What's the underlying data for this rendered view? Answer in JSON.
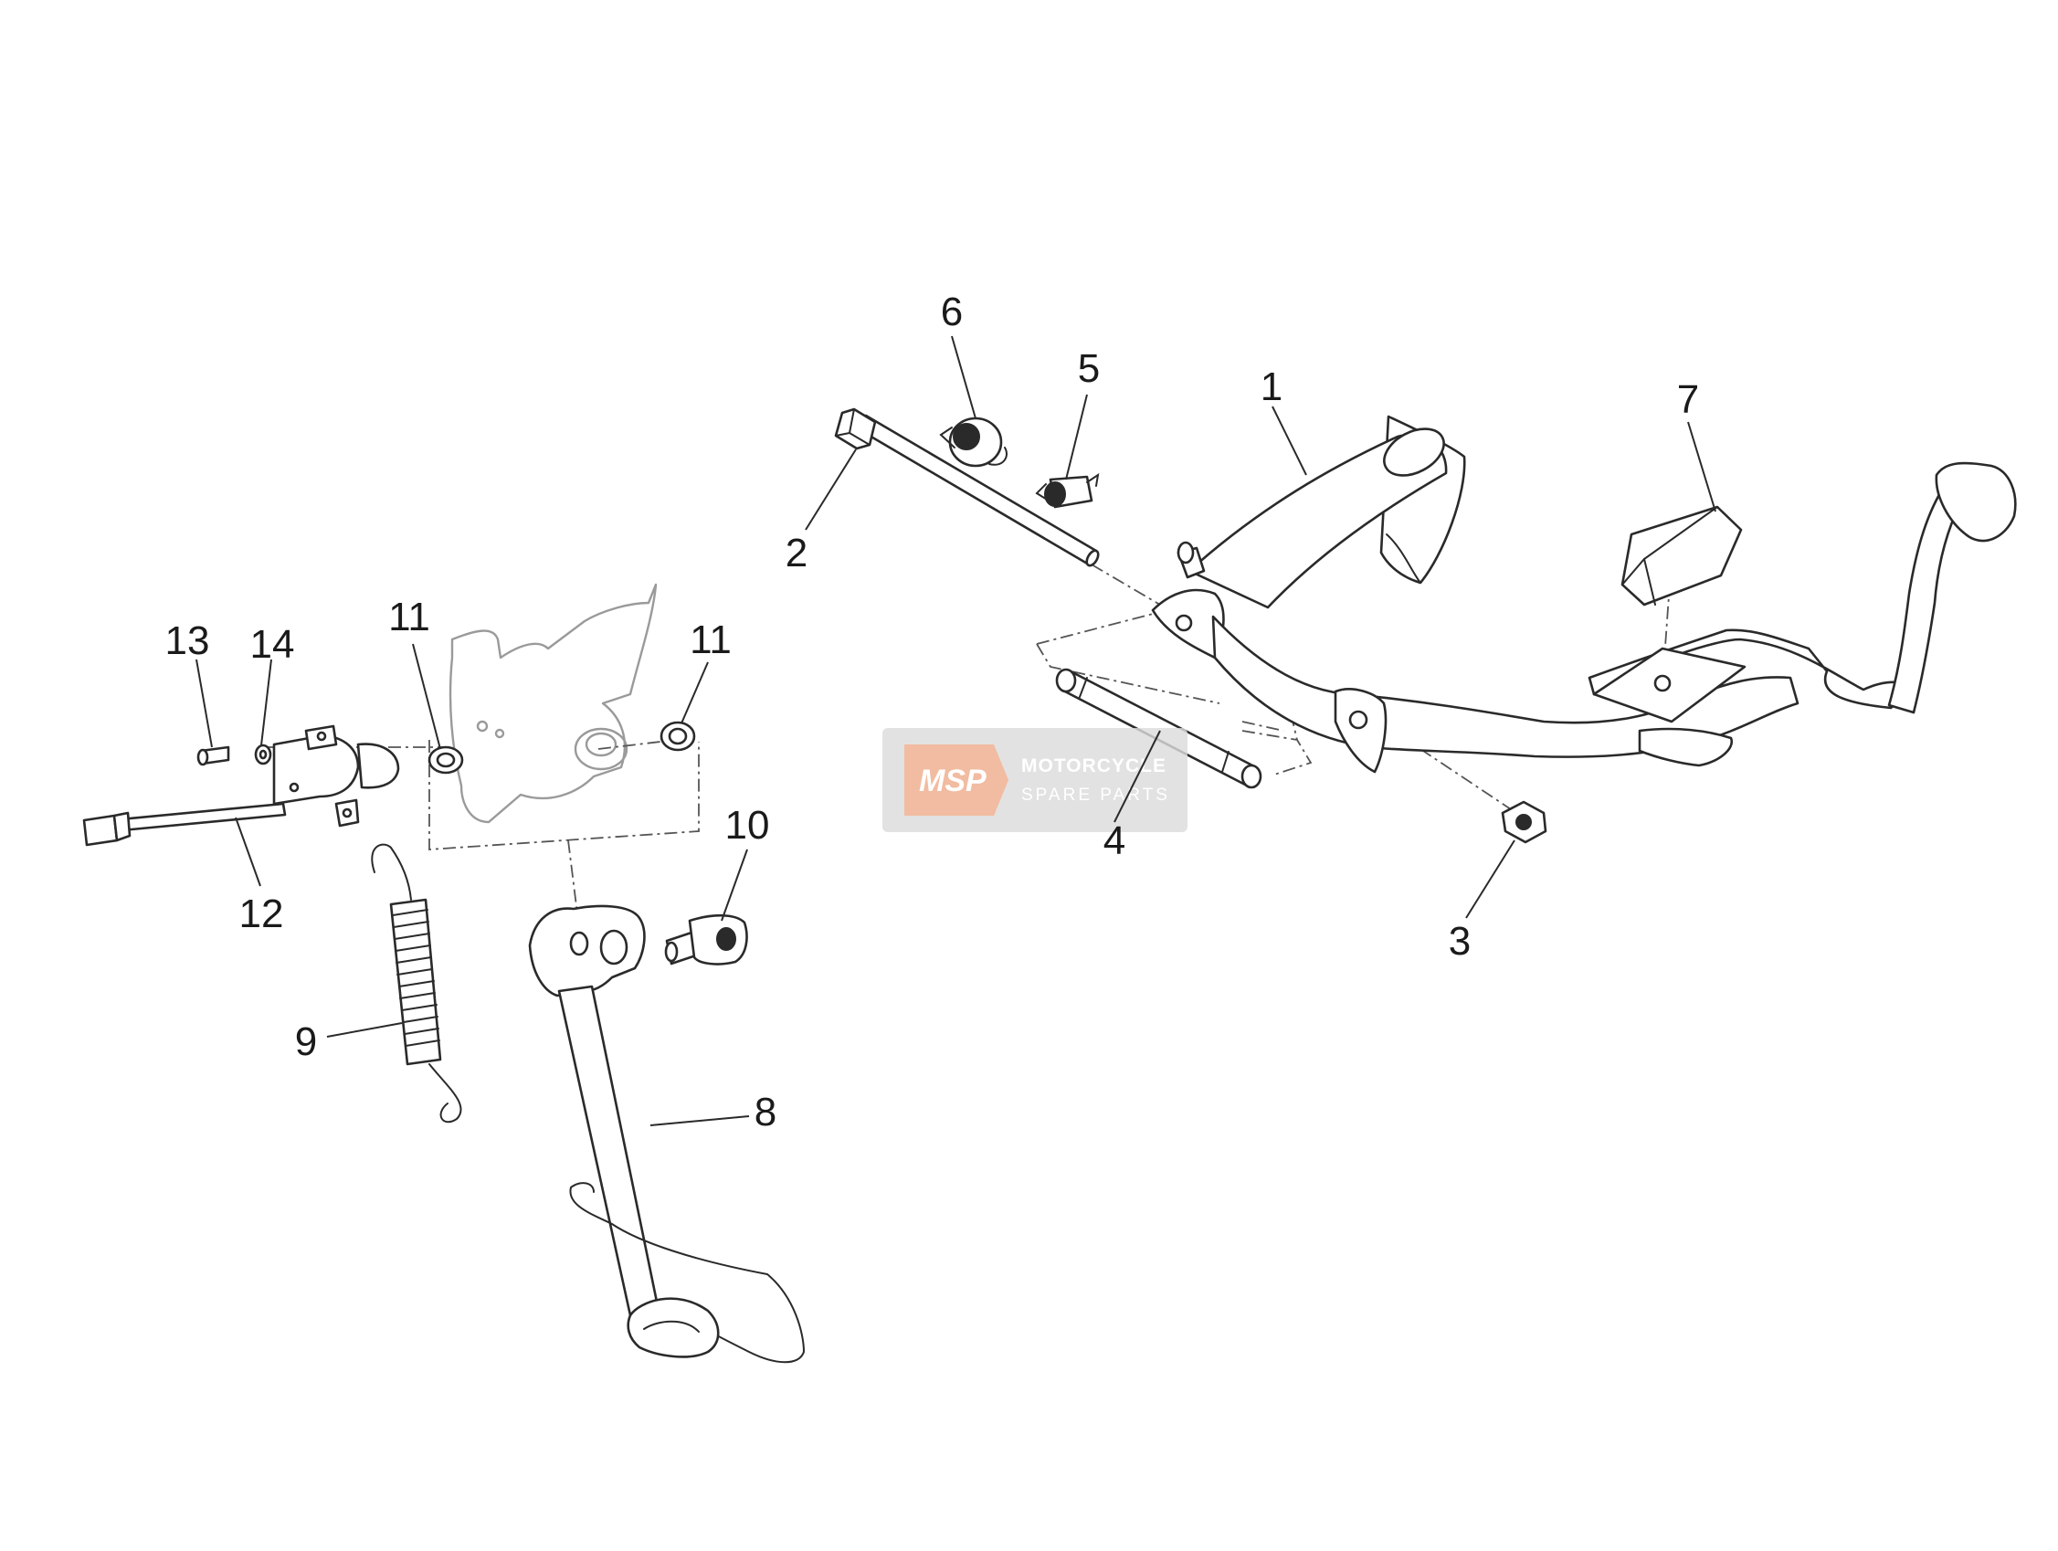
{
  "diagram": {
    "callouts": {
      "c1": "1",
      "c2": "2",
      "c3": "3",
      "c4": "4",
      "c5": "5",
      "c6": "6",
      "c7": "7",
      "c8": "8",
      "c9": "9",
      "c10": "10",
      "c11a": "11",
      "c11b": "11",
      "c12": "12",
      "c13": "13",
      "c14": "14"
    }
  },
  "watermark": {
    "logo": "MSP",
    "title": "MOTORCYCLE",
    "subtitle": "SPARE PARTS"
  }
}
